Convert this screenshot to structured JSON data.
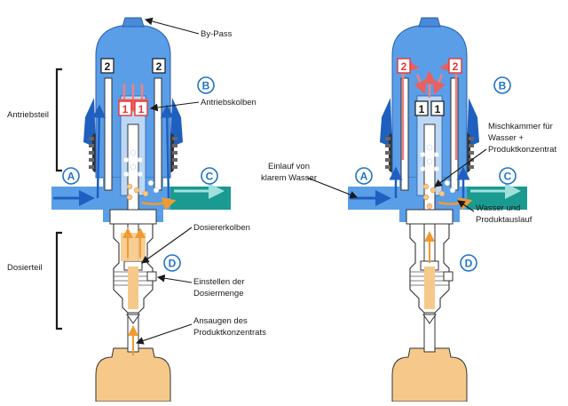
{
  "left_diagram": {
    "bypass_label": "By-Pass",
    "antriebskolben_label": "Antriebskolben",
    "dosiererkolben_label": "Dosiererkolben",
    "einstellen_label_line1": "Einstellen der",
    "einstellen_label_line2": "Dosiermenge",
    "ansaugen_label_line1": "Ansaugen des",
    "ansaugen_label_line2": "Produktkonzentrats",
    "section_antriebsteil": "Antriebsteil",
    "section_dosierteil": "Dosierteil",
    "marker_a": "A",
    "marker_b": "B",
    "marker_c": "C",
    "marker_d": "D",
    "box_2_left": "2",
    "box_2_right": "2",
    "box_1_left": "1",
    "box_1_right": "1"
  },
  "right_diagram": {
    "einlauf_line1": "Einlauf von",
    "einlauf_line2": "klarem Wasser",
    "mischkammer_line1": "Mischkammer für",
    "mischkammer_line2": "Wasser +",
    "mischkammer_line3": "Produktkonzentrat",
    "auslauf_line1": "Wasser und",
    "auslauf_line2": "Produktauslauf",
    "marker_a": "A",
    "marker_b": "B",
    "marker_c": "C",
    "marker_d": "D",
    "box_2_left": "2",
    "box_2_right": "2",
    "box_1_left": "1",
    "box_1_right": "1"
  },
  "colors": {
    "body_blue": "#5a9ee8",
    "dark_blue": "#1f5fbf",
    "outlet_teal": "#1a9a90",
    "orange": "#f2a540",
    "product_orange": "#f6c98a",
    "red": "#e53535",
    "pink_arrow": "#f08080"
  }
}
